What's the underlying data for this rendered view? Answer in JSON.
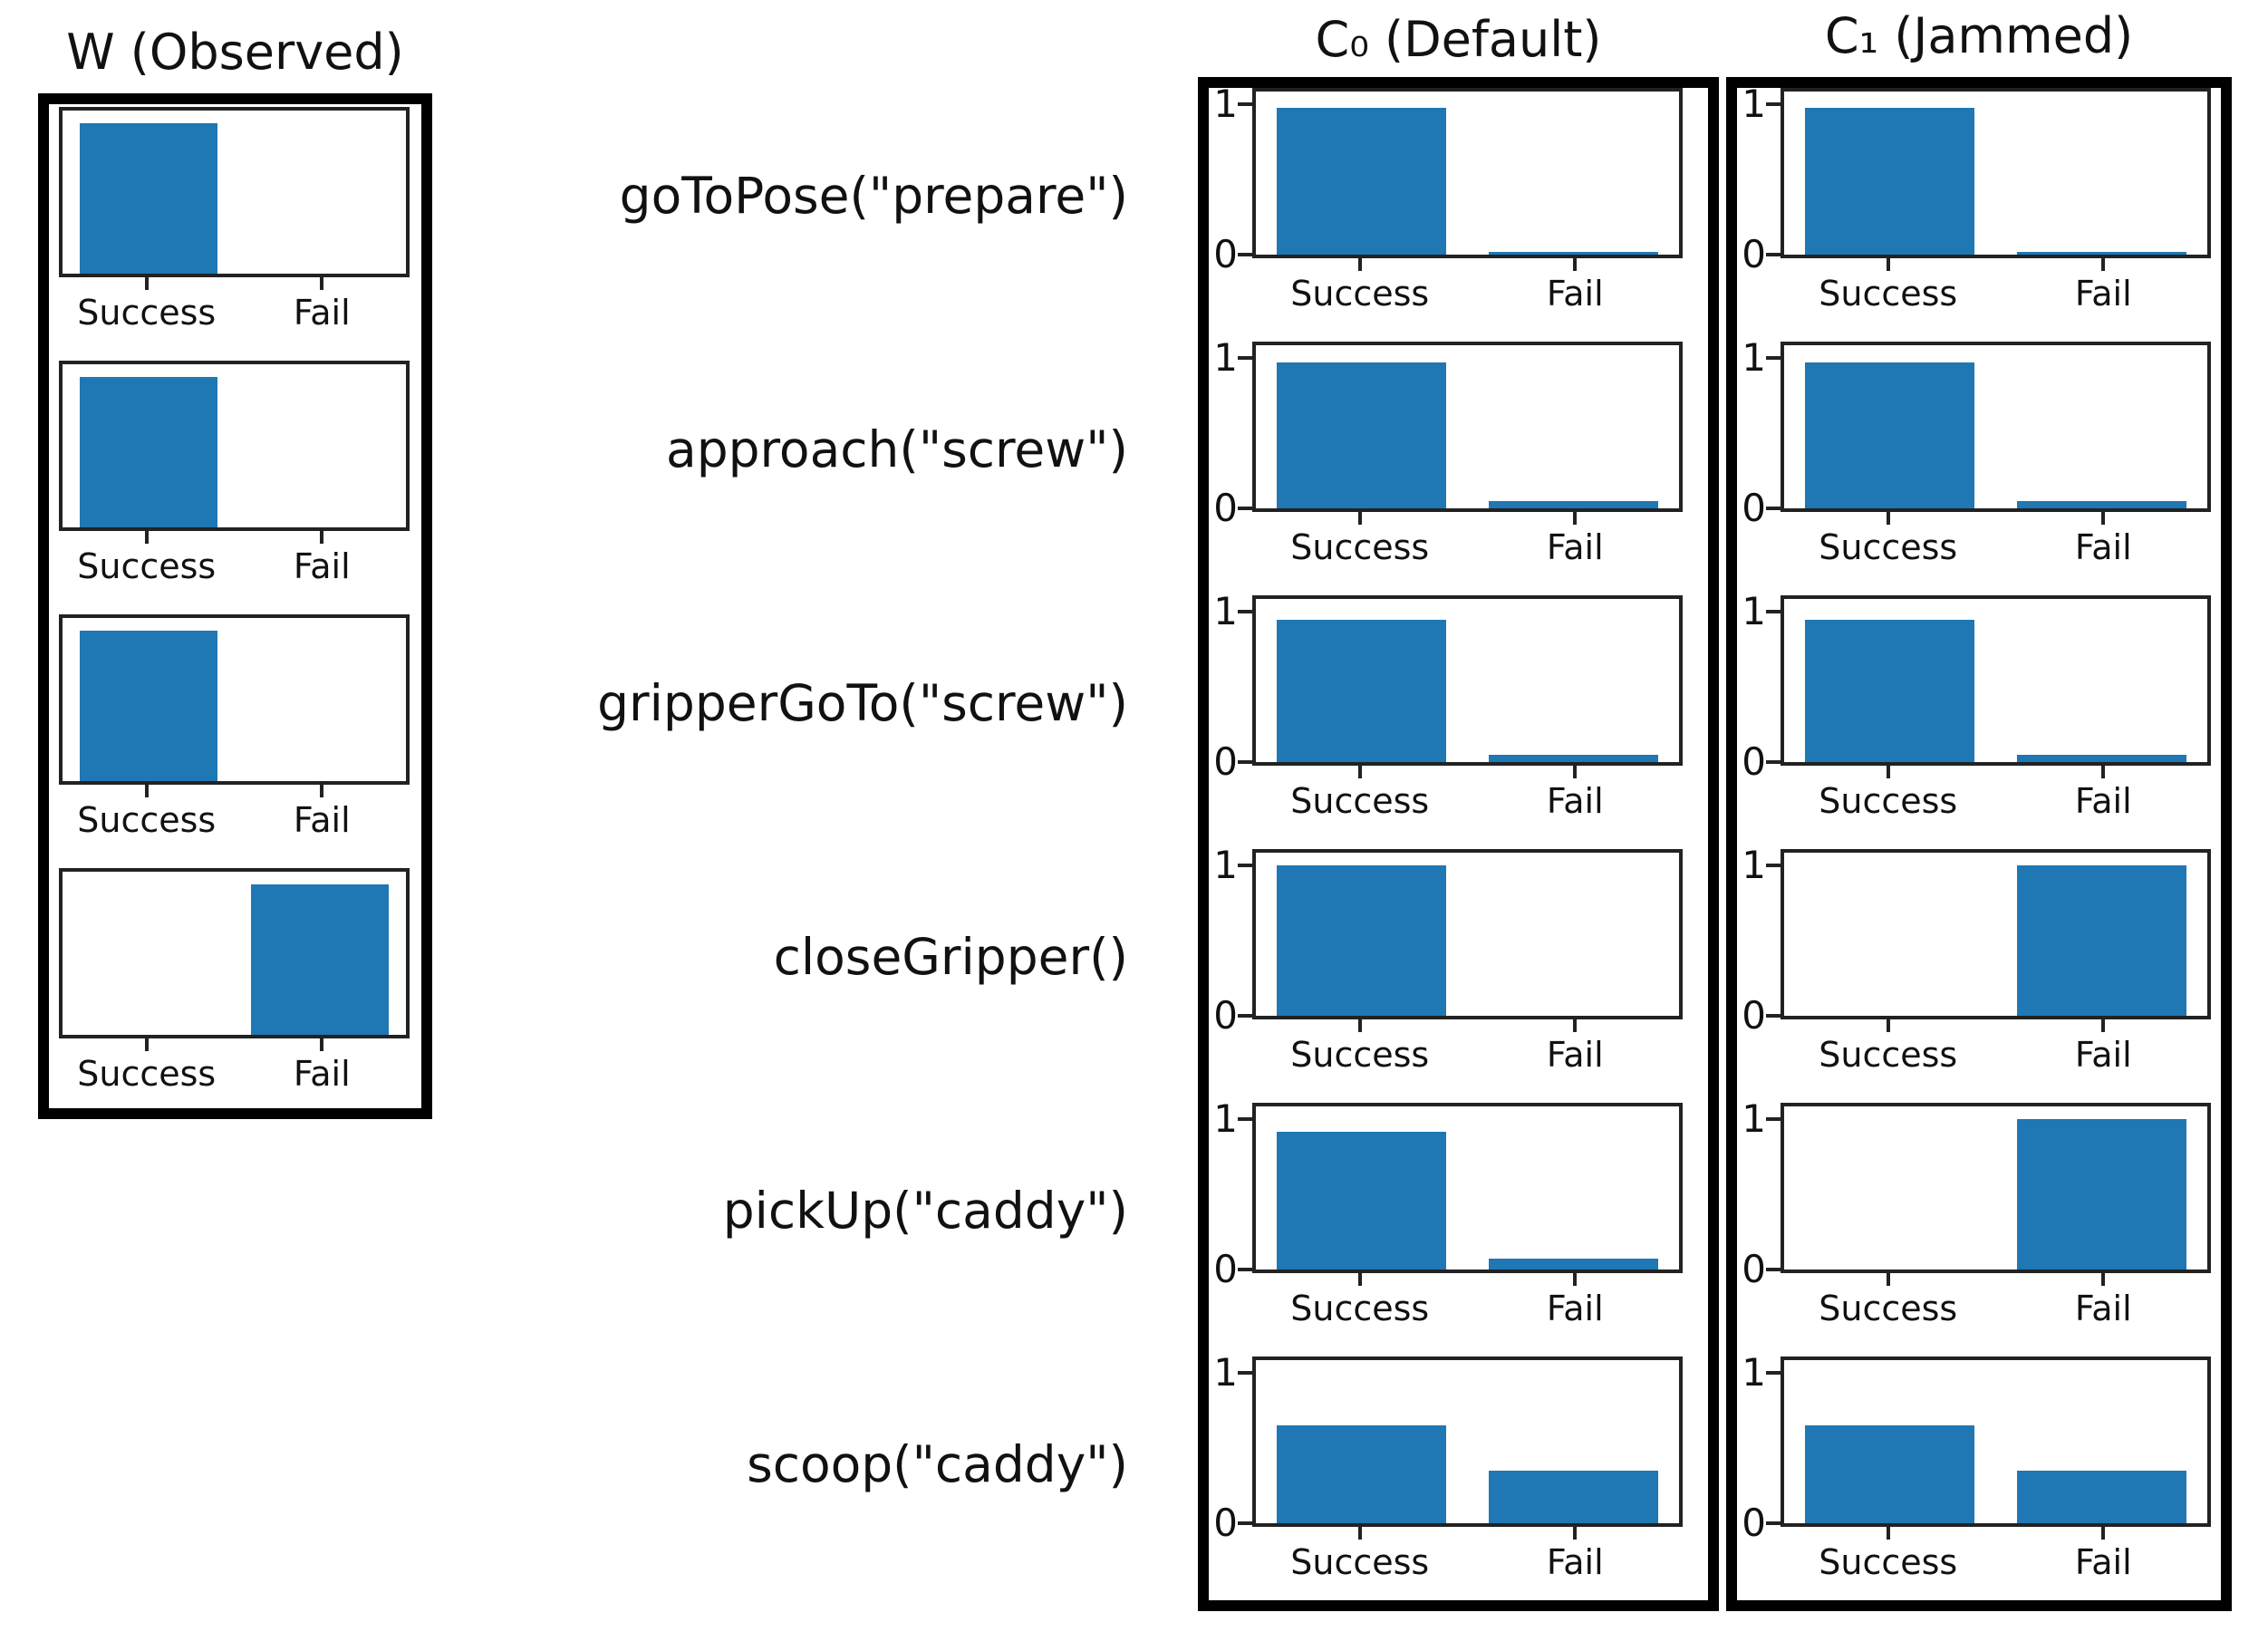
{
  "figure_titles": {
    "w": "W (Observed)",
    "c0": "C₀ (Default)",
    "c1": "C₁ (Jammed)"
  },
  "actions": [
    "goToPose(\"prepare\")",
    "approach(\"screw\")",
    "gripperGoTo(\"screw\")",
    "closeGripper()",
    "pickUp(\"caddy\")",
    "scoop(\"caddy\")"
  ],
  "colors": {
    "bar": "#1f77b4",
    "axis": "#222222",
    "frame": "#000000"
  },
  "chart_data": [
    {
      "id": "w",
      "type": "bar",
      "title": "W (Observed)",
      "categories": [
        "Success",
        "Fail"
      ],
      "ylim": [
        0,
        1.09
      ],
      "yticks": [],
      "grid": false,
      "series": [
        {
          "name": "goToPose(\"prepare\")",
          "values": [
            1.0,
            0.0
          ]
        },
        {
          "name": "approach(\"screw\")",
          "values": [
            1.0,
            0.0
          ]
        },
        {
          "name": "gripperGoTo(\"screw\")",
          "values": [
            1.0,
            0.0
          ]
        },
        {
          "name": "closeGripper()",
          "values": [
            0.0,
            1.0
          ]
        }
      ]
    },
    {
      "id": "c0",
      "type": "bar",
      "title": "C₀ (Default)",
      "categories": [
        "Success",
        "Fail"
      ],
      "ylim": [
        0,
        1.09
      ],
      "yticks": [
        0,
        1
      ],
      "grid": false,
      "series": [
        {
          "name": "goToPose(\"prepare\")",
          "values": [
            0.98,
            0.02
          ]
        },
        {
          "name": "approach(\"screw\")",
          "values": [
            0.97,
            0.05
          ]
        },
        {
          "name": "gripperGoTo(\"screw\")",
          "values": [
            0.95,
            0.05
          ]
        },
        {
          "name": "closeGripper()",
          "values": [
            1.0,
            0.0
          ]
        },
        {
          "name": "pickUp(\"caddy\")",
          "values": [
            0.92,
            0.07
          ]
        },
        {
          "name": "scoop(\"caddy\")",
          "values": [
            0.65,
            0.35
          ]
        }
      ]
    },
    {
      "id": "c1",
      "type": "bar",
      "title": "C₁ (Jammed)",
      "categories": [
        "Success",
        "Fail"
      ],
      "ylim": [
        0,
        1.09
      ],
      "yticks": [
        0,
        1
      ],
      "grid": false,
      "series": [
        {
          "name": "goToPose(\"prepare\")",
          "values": [
            0.98,
            0.02
          ]
        },
        {
          "name": "approach(\"screw\")",
          "values": [
            0.97,
            0.05
          ]
        },
        {
          "name": "gripperGoTo(\"screw\")",
          "values": [
            0.95,
            0.05
          ]
        },
        {
          "name": "closeGripper()",
          "values": [
            0.0,
            1.0
          ]
        },
        {
          "name": "pickUp(\"caddy\")",
          "values": [
            0.0,
            1.0
          ]
        },
        {
          "name": "scoop(\"caddy\")",
          "values": [
            0.65,
            0.35
          ]
        }
      ]
    }
  ]
}
